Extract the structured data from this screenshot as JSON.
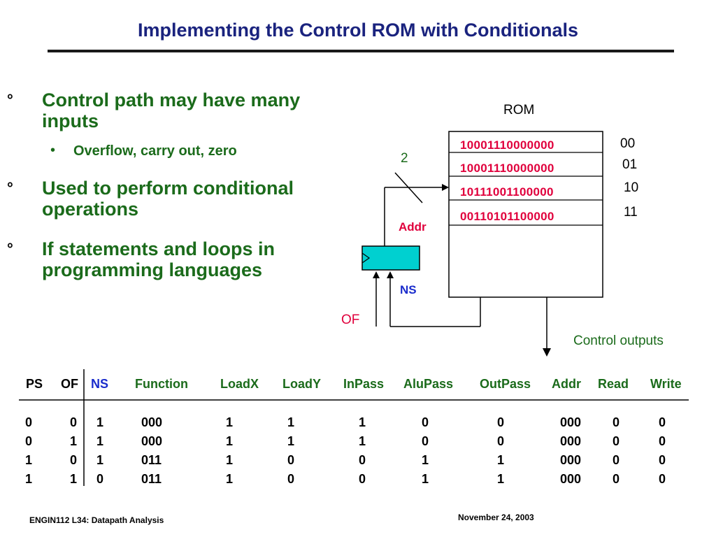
{
  "slide": {
    "title": "Implementing the Control ROM with Conditionals"
  },
  "bullets": [
    {
      "glyph": "°",
      "text": "Control path may have many inputs"
    },
    {
      "glyph": "°",
      "text": "Used to perform conditional operations"
    },
    {
      "glyph": "°",
      "text": "If statements and loops in programming languages"
    }
  ],
  "sub_bullets": [
    {
      "glyph": "•",
      "text": "Overflow, carry out, zero"
    }
  ],
  "diagram": {
    "rom_label": "ROM",
    "rom_rows": [
      {
        "bits": "10001110000000",
        "addr": "00"
      },
      {
        "bits": "10001110000000",
        "addr": "01"
      },
      {
        "bits": "10111001100000",
        "addr": "10"
      },
      {
        "bits": "00110101100000",
        "addr": "11"
      }
    ],
    "bus_width_label": "2",
    "addr_label": "Addr",
    "ns_label": "NS",
    "of_label": "OF",
    "control_outputs_label": "Control outputs",
    "colors": {
      "rom_bits": "#e0003c",
      "addr_label": "#e0003c",
      "ns_label": "#1a2ccc",
      "of_label": "#e0003c",
      "control_outputs_label": "#1b6b1b",
      "register_fill": "#00d0d0"
    }
  },
  "table": {
    "headers": [
      "PS",
      "OF",
      "NS",
      "Function",
      "LoadX",
      "LoadY",
      "InPass",
      "AluPass",
      "OutPass",
      "Addr",
      "Read",
      "Write"
    ],
    "header_colors": [
      "#000000",
      "#000000",
      "#1a2ccc",
      "#1b6b1b",
      "#1b6b1b",
      "#1b6b1b",
      "#1b6b1b",
      "#1b6b1b",
      "#1b6b1b",
      "#1b6b1b",
      "#1b6b1b",
      "#1b6b1b"
    ],
    "rows": [
      [
        "0",
        "0",
        "1",
        "000",
        "1",
        "1",
        "1",
        "0",
        "0",
        "000",
        "0",
        "0"
      ],
      [
        "0",
        "1",
        "1",
        "000",
        "1",
        "1",
        "1",
        "0",
        "0",
        "000",
        "0",
        "0"
      ],
      [
        "1",
        "0",
        "1",
        "011",
        "1",
        "0",
        "0",
        "1",
        "1",
        "000",
        "0",
        "0"
      ],
      [
        "1",
        "1",
        "0",
        "011",
        "1",
        "0",
        "0",
        "1",
        "1",
        "000",
        "0",
        "0"
      ]
    ]
  },
  "footer": {
    "left": "ENGIN112  L34: Datapath Analysis",
    "right": "November 24, 2003"
  }
}
